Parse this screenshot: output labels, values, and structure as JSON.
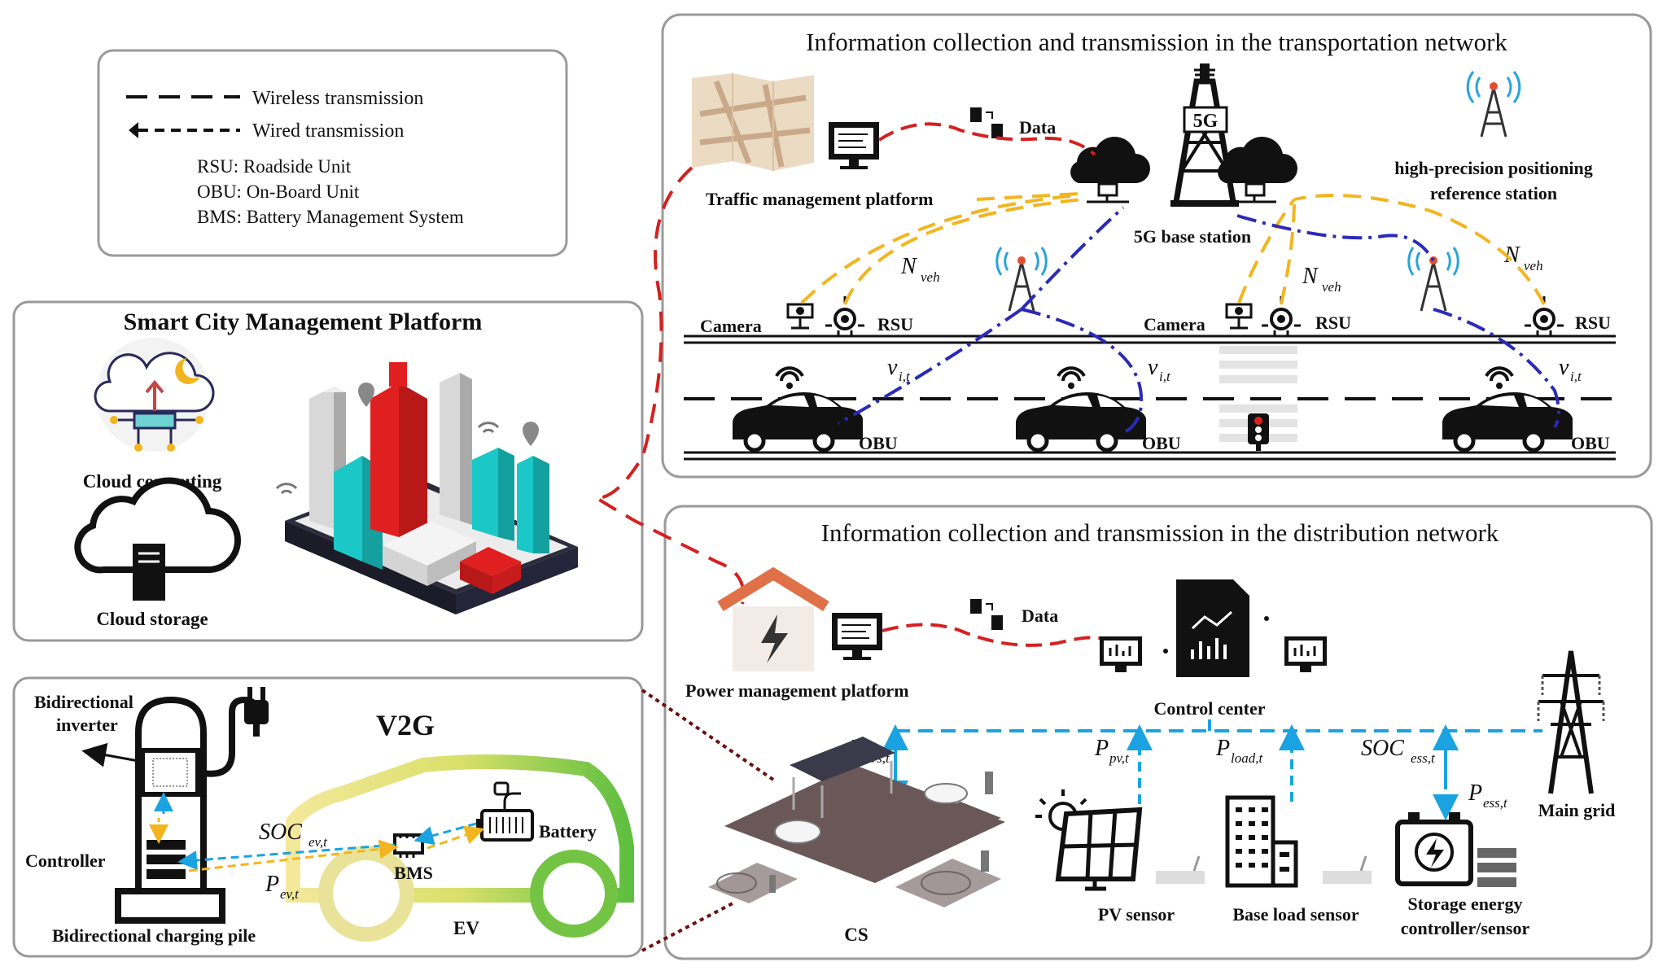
{
  "legend": {
    "wireless": "Wireless transmission",
    "wired": "Wired transmission",
    "abbr": [
      "RSU:  Roadside Unit",
      "OBU:  On-Board Unit",
      "BMS:  Battery Management System"
    ]
  },
  "transport": {
    "title": "Information collection and transmission in the transportation network",
    "traffic_platform": "Traffic management platform",
    "data": "Data",
    "base_station": "5G base station",
    "base_station_badge": "5G",
    "positioning_1": "high-precision positioning",
    "positioning_2": "reference station",
    "camera": "Camera",
    "rsu": "RSU",
    "obu": "OBU",
    "n_veh_main": "N",
    "n_veh_sub": "veh",
    "v_main": "v",
    "v_sub": "i,t"
  },
  "city": {
    "title": "Smart City Management Platform",
    "cloud_computing": "Cloud computing",
    "cloud_storage": "Cloud storage"
  },
  "v2g": {
    "title": "V2G",
    "inverter_1": "Bidirectional",
    "inverter_2": "inverter",
    "controller": "Controller",
    "pile": "Bidirectional charging pile",
    "bms": "BMS",
    "battery": "Battery",
    "ev": "EV",
    "soc_main": "SOC",
    "soc_sub": "ev,t",
    "p_main": "P",
    "p_sub": "ev,t"
  },
  "distribution": {
    "title": "Information collection and transmission in the distribution network",
    "power_platform": "Power management platform",
    "data": "Data",
    "control_center": "Control center",
    "main_grid": "Main grid",
    "cs": "CS",
    "pv_sensor": "PV sensor",
    "base_load_sensor": "Base load sensor",
    "storage_1": "Storage energy",
    "storage_2": "controller/sensor",
    "p_evs_main": "P",
    "p_evs_sub": "evs,t",
    "p_pv_main": "P",
    "p_pv_sub": "pv,t",
    "p_load_main": "P",
    "p_load_sub": "load,t",
    "soc_ess_main": "SOC",
    "soc_ess_sub": "ess,t",
    "p_ess_main": "P",
    "p_ess_sub": "ess,t"
  },
  "colors": {
    "red_link": "#d42020",
    "yellow_link": "#f2b51f",
    "blue_link": "#2a2ab8",
    "cyan_link": "#1aa3e0",
    "building_red": "#e02020",
    "building_teal": "#1cc7c7",
    "panel_border": "#9a9a9a",
    "dark_link": "#6b1010"
  }
}
